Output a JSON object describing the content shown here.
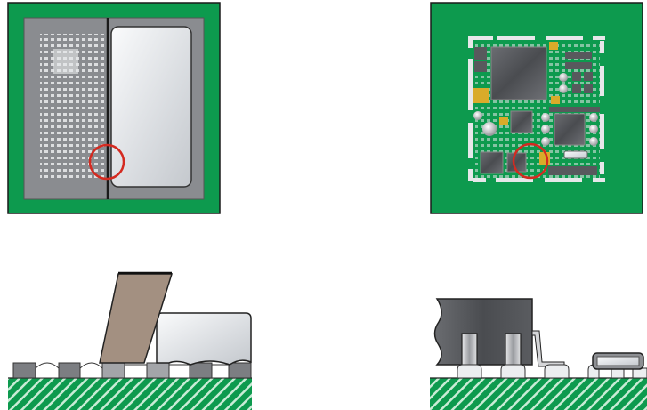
{
  "colors": {
    "pcb_green": "#0d9a4e",
    "stencil_grey": "#8a8c90",
    "squeegee_brown": "#a39081",
    "highlight_circle": "#d42a20",
    "chip_dark": "#55575b",
    "gold_pad": "#d9ab2a"
  },
  "panels": [
    {
      "id": "stencil-top-view"
    },
    {
      "id": "assembled-board-top-view"
    },
    {
      "id": "stencil-printing-side-view"
    },
    {
      "id": "assembled-side-view"
    }
  ]
}
